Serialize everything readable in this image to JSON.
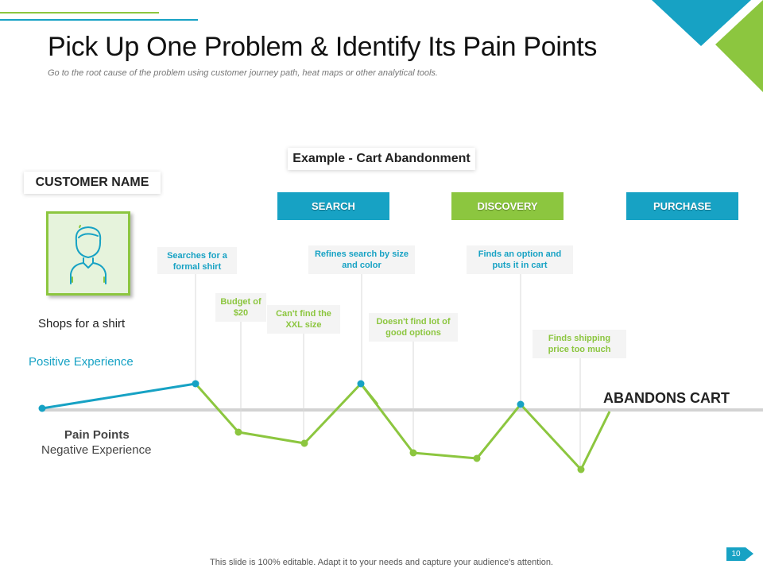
{
  "title": "Pick Up One Problem & Identify Its Pain Points",
  "subtitle": "Go to the root cause of the problem using customer journey path, heat maps or other analytical tools.",
  "example_label": "Example - Cart Abandonment",
  "customer_name": "CUSTOMER NAME",
  "stages": [
    {
      "label": "SEARCH",
      "color": "#17a2c4"
    },
    {
      "label": "DISCOVERY",
      "color": "#8cc63f"
    },
    {
      "label": "PURCHASE",
      "color": "#17a2c4"
    }
  ],
  "shops_label": "Shops for a shirt",
  "positive_label": "Positive Experience",
  "pain_points_label": "Pain Points",
  "negative_label": "Negative Experience",
  "notes": [
    {
      "text": "Searches for a formal shirt",
      "color": "#17a2c4"
    },
    {
      "text": "Budget of $20",
      "color": "#8cc63f"
    },
    {
      "text": "Can't find the XXL size",
      "color": "#8cc63f"
    },
    {
      "text": "Refines search by size and color",
      "color": "#17a2c4"
    },
    {
      "text": "Doesn't find lot of good options",
      "color": "#8cc63f"
    },
    {
      "text": "Finds an option and puts it in cart",
      "color": "#17a2c4"
    },
    {
      "text": "Finds shipping price too much",
      "color": "#8cc63f"
    }
  ],
  "abandons_label": "ABANDONS CART",
  "footer": "This slide is 100% editable. Adapt it to your needs and capture your audience's attention.",
  "page_number": "10",
  "colors": {
    "teal": "#17a2c4",
    "green": "#8cc63f",
    "baseline": "#d3d3d3"
  }
}
